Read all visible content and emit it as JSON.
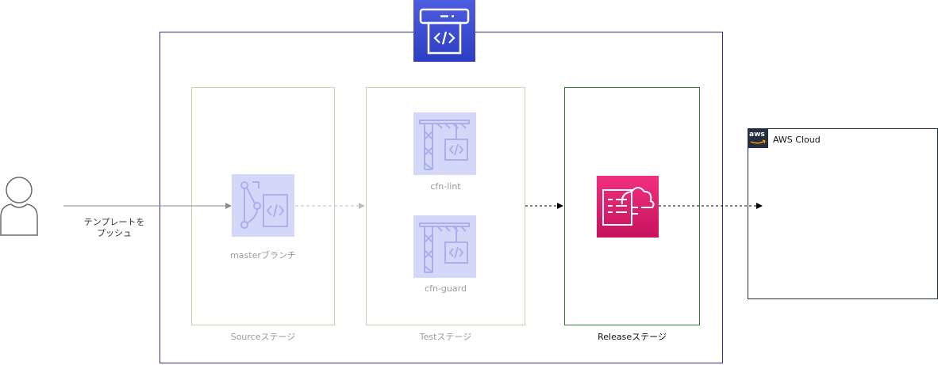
{
  "actor": {
    "push_label_line1": "テンプレートを",
    "push_label_line2": "プッシュ"
  },
  "stages": {
    "source": {
      "label": "Sourceステージ",
      "icon_label": "masterブランチ",
      "icon": "codecommit-branch-icon"
    },
    "test": {
      "label": "Testステージ",
      "items": [
        {
          "label": "cfn-lint",
          "icon": "codebuild-crane-icon"
        },
        {
          "label": "cfn-guard",
          "icon": "codebuild-crane-icon"
        }
      ]
    },
    "release": {
      "label": "Releaseステージ",
      "icon": "cloudformation-icon"
    }
  },
  "pipeline": {
    "icon": "codepipeline-icon"
  },
  "aws_cloud": {
    "label": "AWS Cloud",
    "badge_text": "aws"
  },
  "colors": {
    "pipeline_blue": "#3b48cc",
    "codebuild_faded": "#d4d8f8",
    "cloudformation": "#e7157b",
    "frame_border": "#2e3192",
    "stage_border_faded": "#c9d3b4",
    "stage_border_active": "#2e7d32"
  }
}
